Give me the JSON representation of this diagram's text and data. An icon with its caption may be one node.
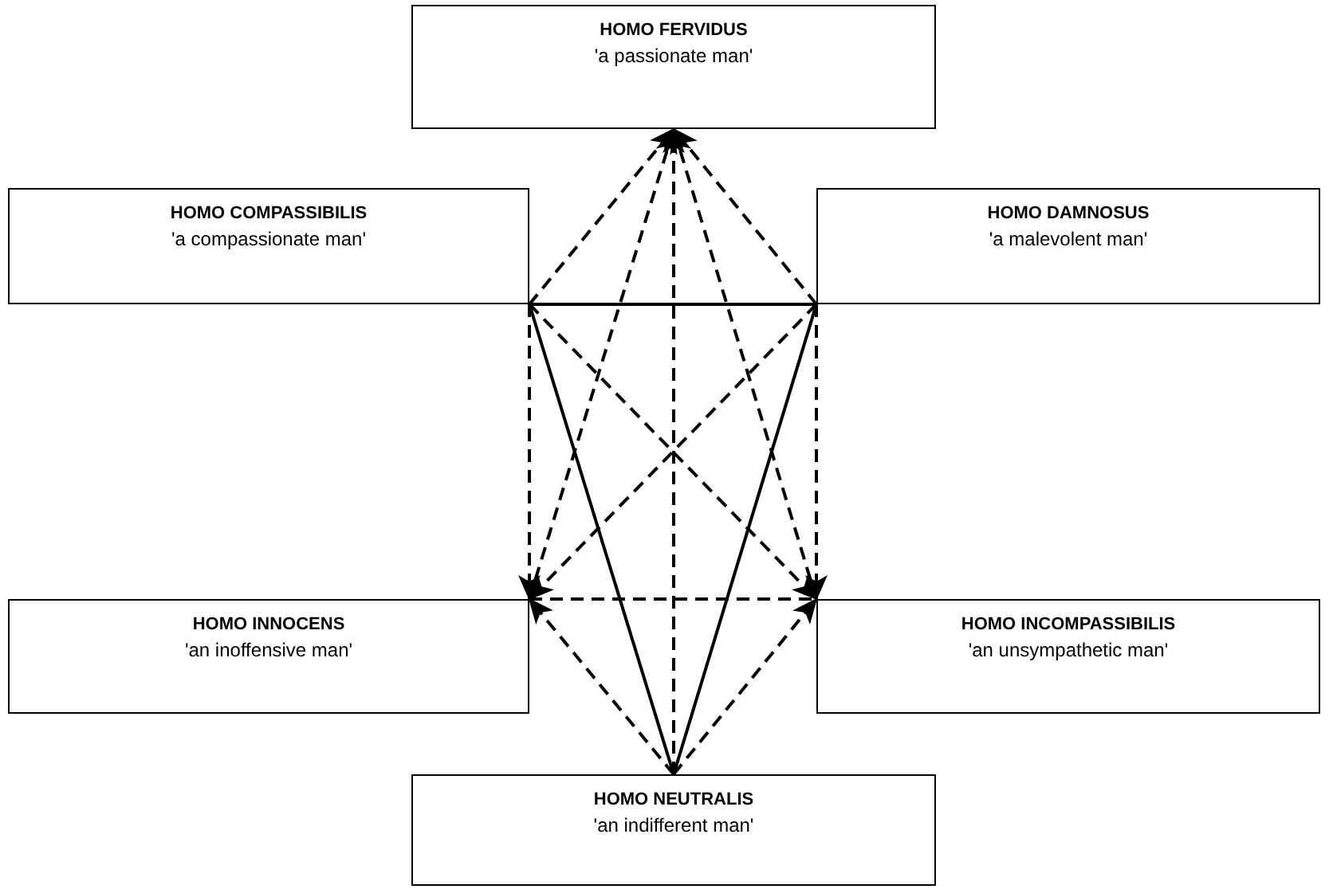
{
  "diagram": {
    "nodes": [
      {
        "text": [
          "HOMO FERVIDUS",
          "'a passionate man'"
        ]
      },
      {
        "text": [
          "HOMO COMPASSIBILIS",
          "'a compassionate man'"
        ]
      },
      {
        "text": [
          "HOMO DAMNOSUS",
          "'a malevolent man'"
        ]
      },
      {
        "text": [
          "HOMO INNOCENS",
          "'an inoffensive man'"
        ]
      },
      {
        "text": [
          "HOMO INCOMPASSIBILIS",
          "'an unsympathetic man'"
        ]
      },
      {
        "text": [
          "HOMO NEUTRALIS",
          "'an indifferent man'"
        ]
      }
    ],
    "edges": [
      {
        "from": 1,
        "to": 0,
        "arrow": "to",
        "style": "dashed"
      },
      {
        "from": 2,
        "to": 0,
        "arrow": "to",
        "style": "dashed"
      },
      {
        "from": 3,
        "to": 0,
        "arrow": "to",
        "style": "dashed"
      },
      {
        "from": 4,
        "to": 0,
        "arrow": "to",
        "style": "dashed"
      },
      {
        "from": 5,
        "to": 0,
        "arrow": "to",
        "style": "dashed"
      },
      {
        "from": 1,
        "to": 2,
        "arrow": "none"
      },
      {
        "from": 1,
        "to": 5,
        "arrow": "none"
      },
      {
        "from": 2,
        "to": 5,
        "arrow": "none"
      },
      {
        "from": 1,
        "to": 3,
        "arrow": "to",
        "style": "dashed"
      },
      {
        "from": 2,
        "to": 4,
        "arrow": "to",
        "style": "dashed"
      },
      {
        "from": 1,
        "to": 4,
        "arrow": "to",
        "style": "dashed"
      },
      {
        "from": 2,
        "to": 3,
        "arrow": "to",
        "style": "dashed"
      },
      {
        "from": 3,
        "to": 4,
        "arrow": "none",
        "style": "dashed"
      },
      {
        "from": 5,
        "to": 3,
        "arrow": "to",
        "style": "dashed"
      },
      {
        "from": 5,
        "to": 4,
        "arrow": "to",
        "style": "dashed"
      }
    ]
  }
}
